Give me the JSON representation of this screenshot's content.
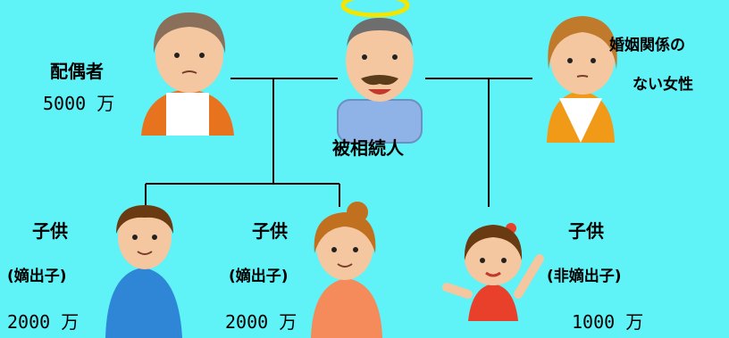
{
  "diagram": {
    "deceased": {
      "label": "被相続人"
    },
    "spouse": {
      "label": "配偶者",
      "amount": "5000 万"
    },
    "partner": {
      "label_line1": "婚姻関係の",
      "label_line2": "ない女性"
    },
    "children": [
      {
        "label": "子供",
        "kind": "(嫡出子)",
        "amount": "2000 万"
      },
      {
        "label": "子供",
        "kind": "(嫡出子)",
        "amount": "2000 万"
      },
      {
        "label": "子供",
        "kind": "(非嫡出子)",
        "amount": "1000 万"
      }
    ]
  },
  "colors": {
    "background": "#5ff2f7",
    "line": "#000000"
  }
}
